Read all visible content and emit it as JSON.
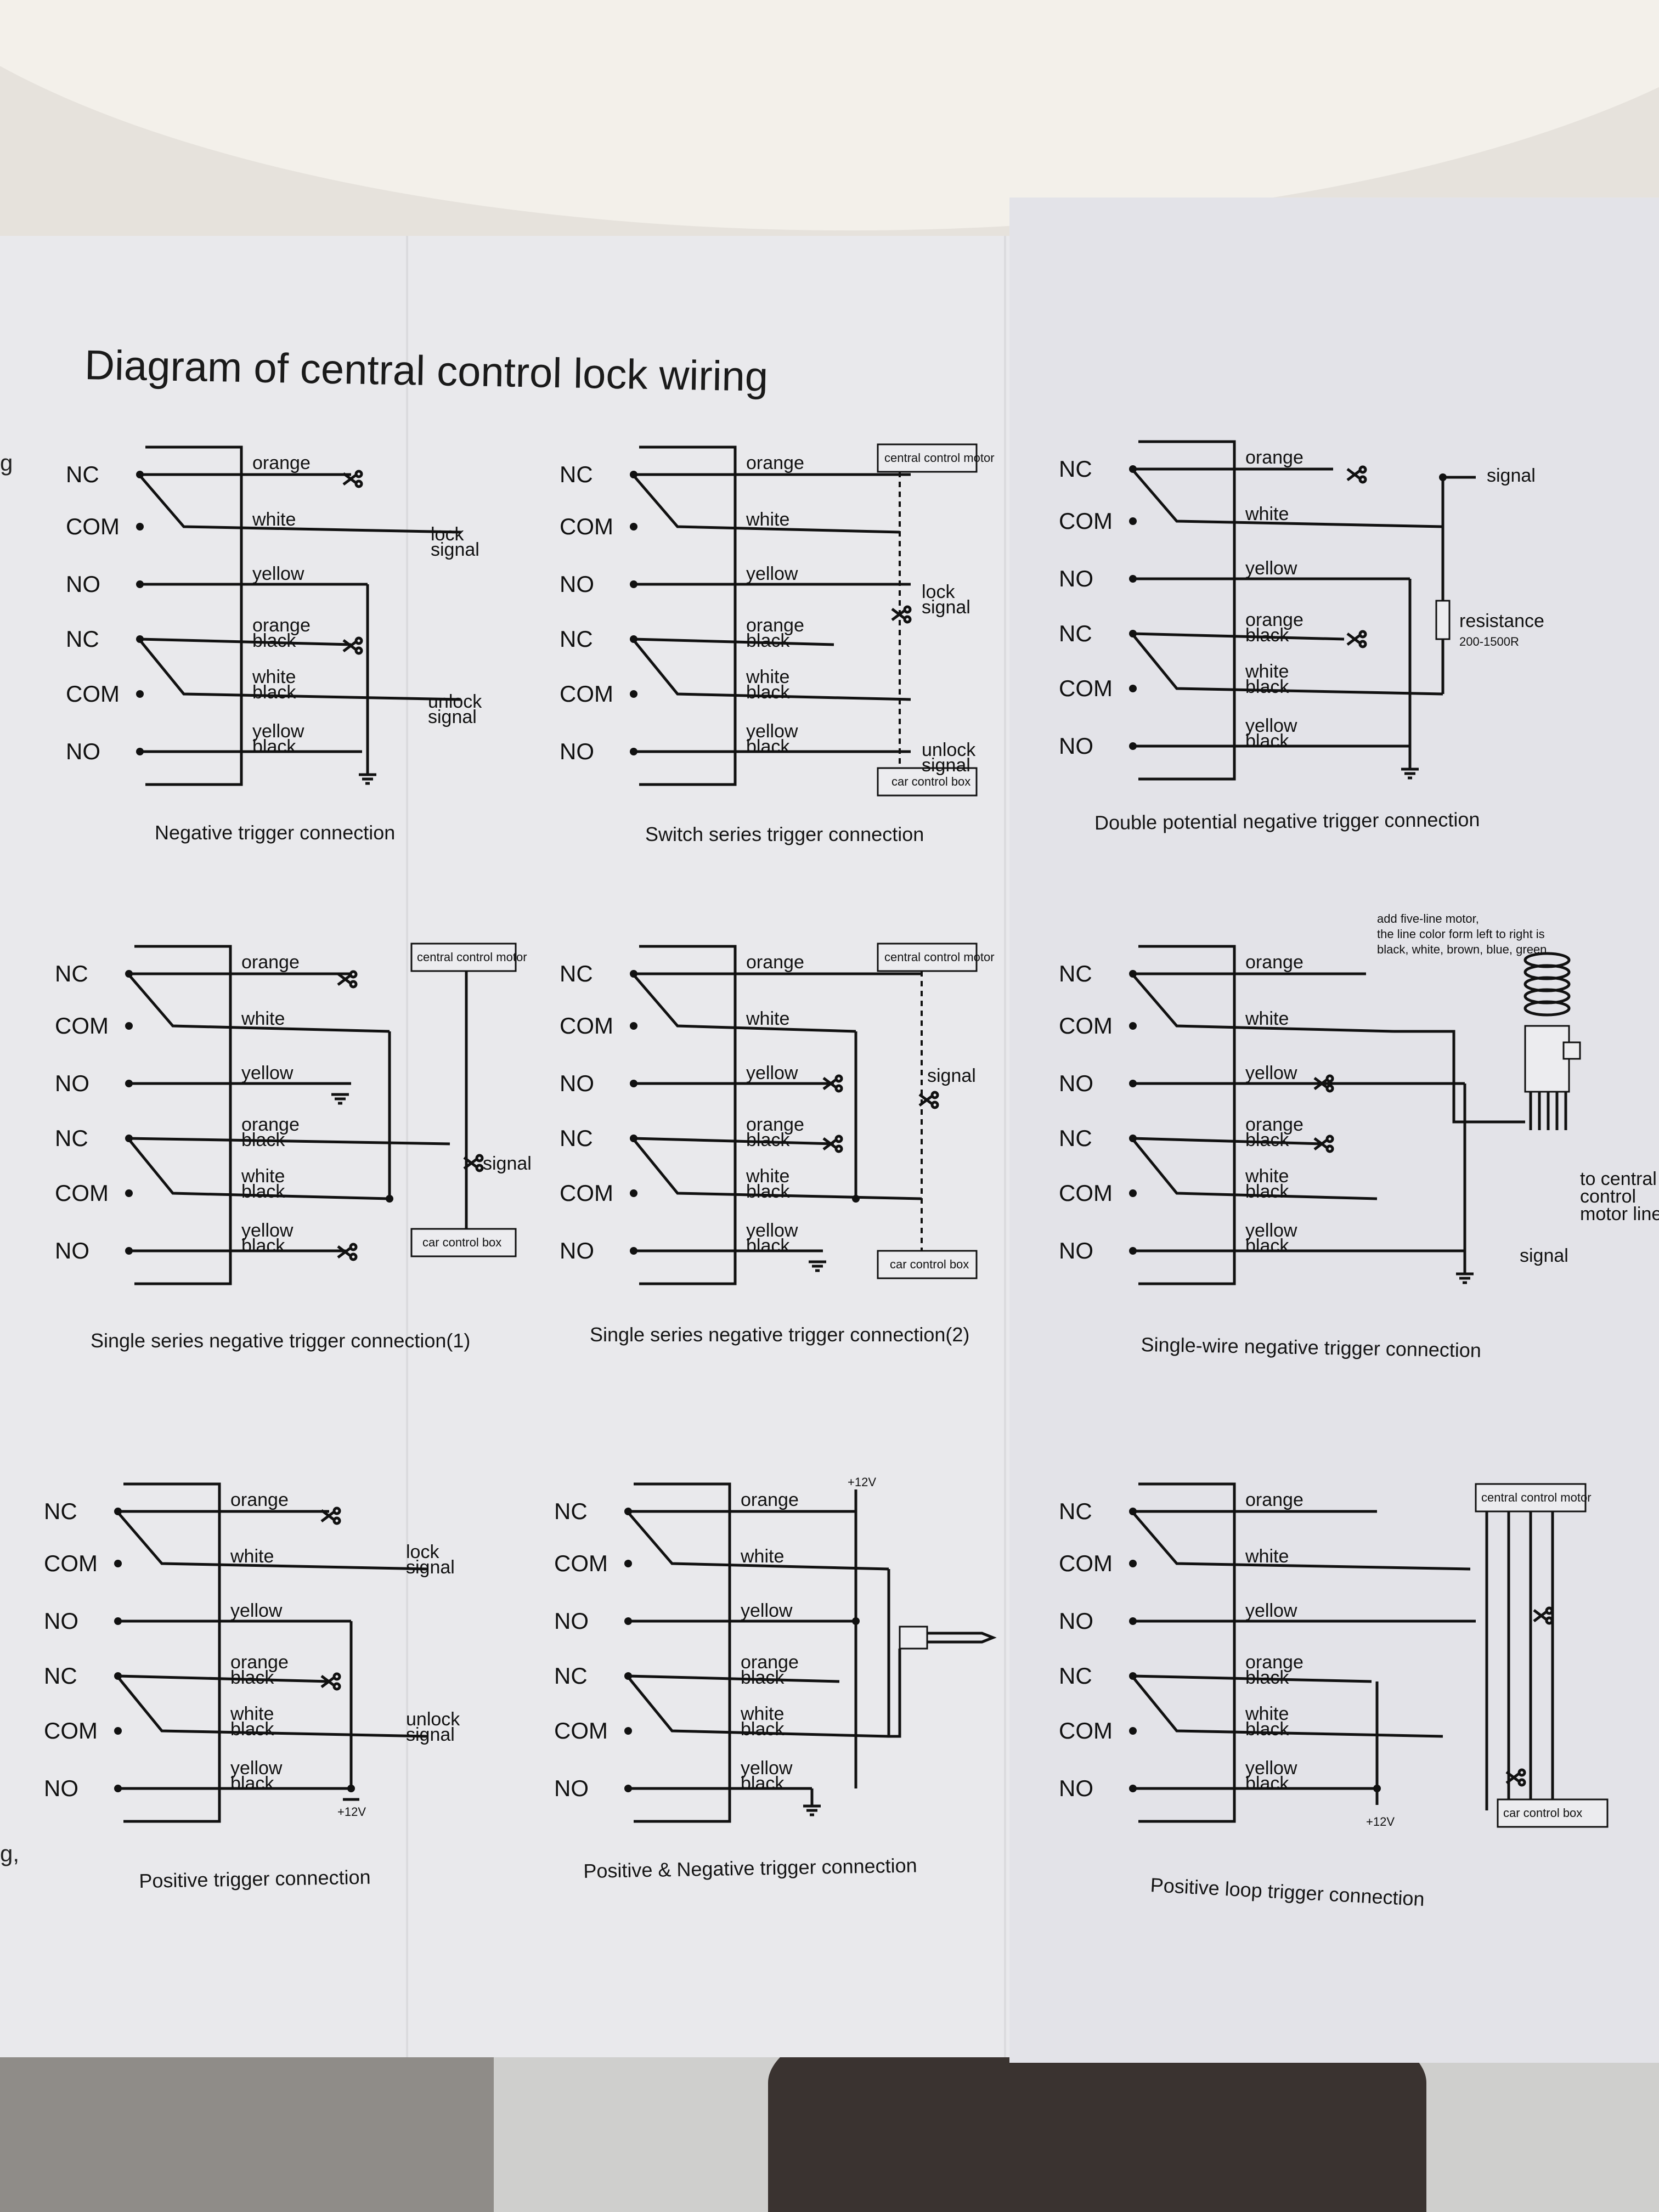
{
  "title": "Diagram of central control lock wiring",
  "pins": [
    "NC",
    "COM",
    "NO",
    "NC",
    "COM",
    "NO"
  ],
  "wires": {
    "orange": "orange",
    "white": "white",
    "yellow": "yellow",
    "orange_black": [
      "orange",
      "black"
    ],
    "white_black": [
      "white",
      "black"
    ],
    "yellow_black": [
      "yellow",
      "black"
    ]
  },
  "labels": {
    "lock_signal": [
      "lock",
      "signal"
    ],
    "unlock_signal": [
      "unlock",
      "signal"
    ],
    "signal": "signal",
    "central_control_motor": "central control motor",
    "car_control_box": "car control box",
    "resistance": "resistance",
    "resistance_range": "200-1500R",
    "plus12v": "+12V",
    "five_line_note": [
      "add five-line motor,",
      "the line color form left to right is",
      "black, white, brown, blue, green."
    ],
    "to_central": [
      "to central",
      "control",
      "motor lines"
    ]
  },
  "captions": {
    "d1": "Negative trigger connection",
    "d2": "Switch series trigger connection",
    "d3": "Double potential negative trigger connection",
    "d4": "Single series negative trigger connection(1)",
    "d5": "Single series negative trigger connection(2)",
    "d6": "Single-wire negative trigger connection",
    "d7": "Positive trigger connection",
    "d8": "Positive & Negative trigger connection",
    "d9": "Positive loop trigger connection"
  },
  "edge_fragments": [
    "g",
    "g,"
  ],
  "colors": {
    "paper": "#e9e9ec",
    "ink": "#111111"
  }
}
